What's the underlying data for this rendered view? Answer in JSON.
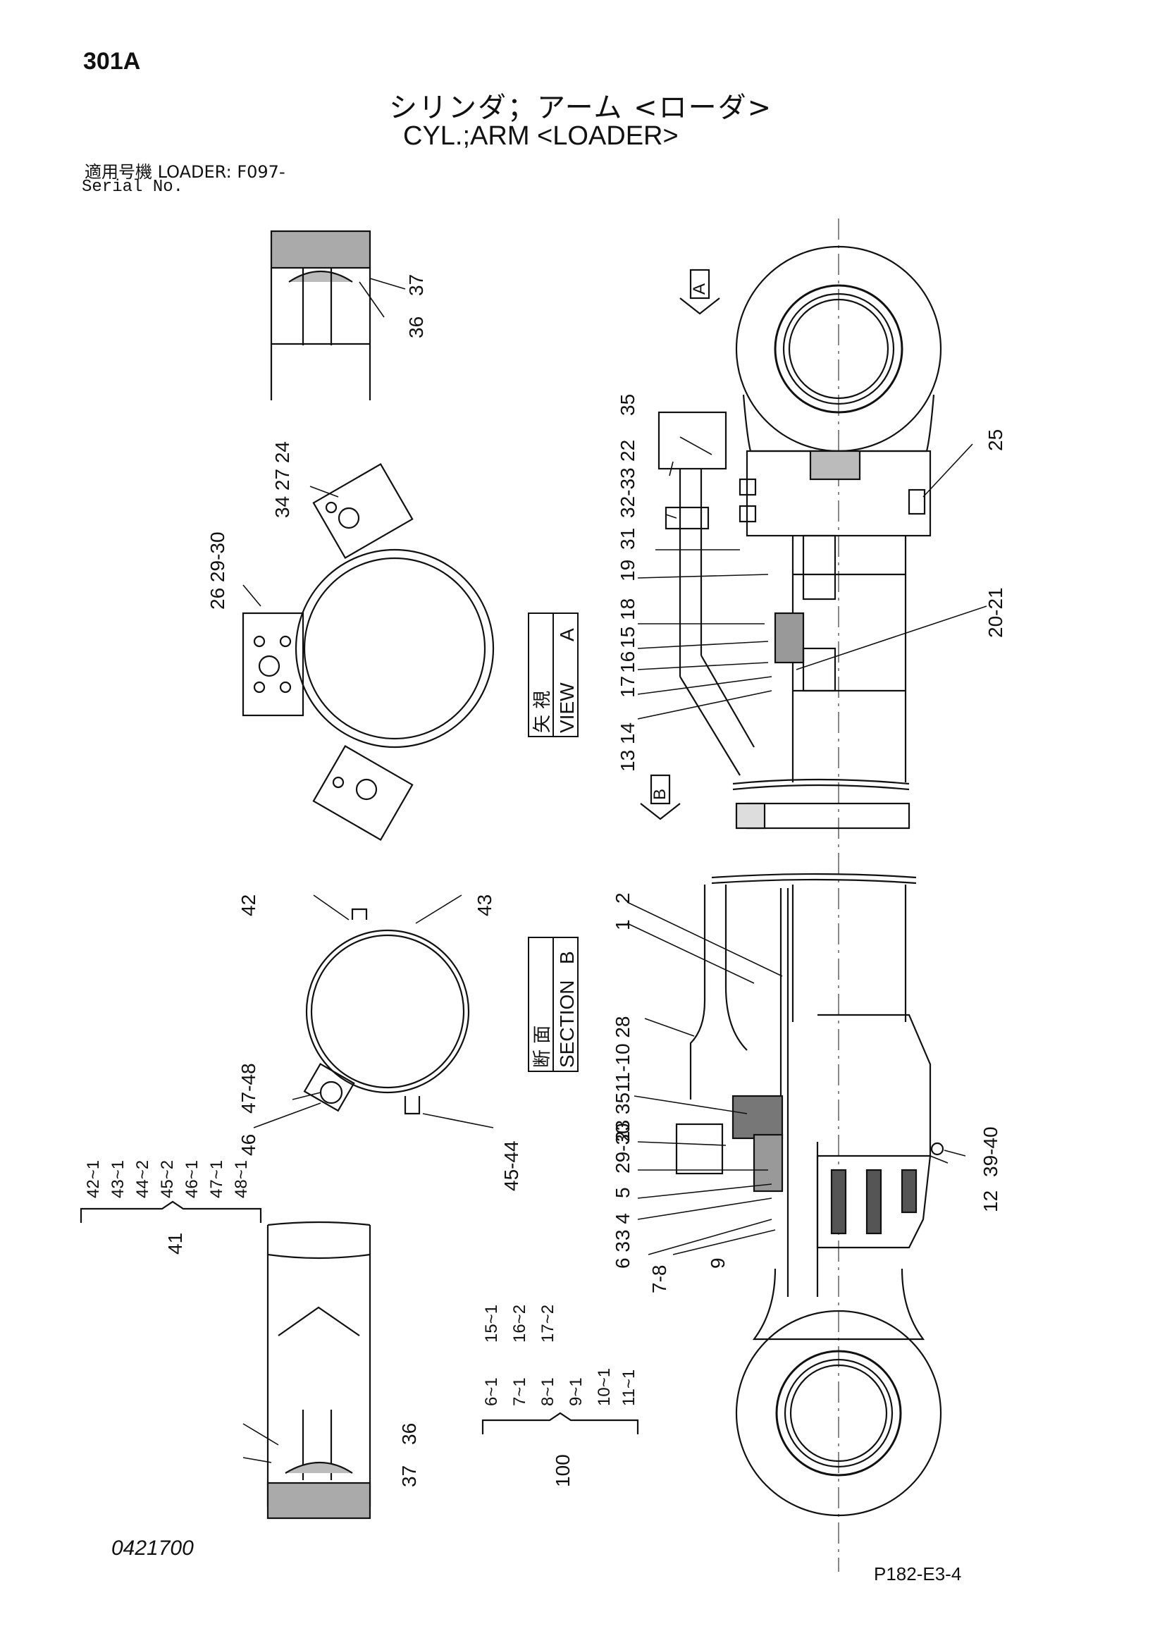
{
  "header": {
    "code": "301A",
    "title_jp": "シリンダ；アーム <ローダ>",
    "title_en": "CYL.;ARM <LOADER>",
    "serial_jp": "適用号機 LOADER: F097-",
    "serial_en": "Serial No."
  },
  "views": {
    "view_a_jp": "矢 視",
    "view_a": "VIEW",
    "view_a_letter": "A",
    "section_b_jp": "断 面",
    "section_b": "SECTION",
    "section_b_letter": "B",
    "arrow_a": "A",
    "arrow_b": "B"
  },
  "callouts": {
    "c37a": "37",
    "c36a": "36",
    "c34_27_24": "34 27 24",
    "c26_29_30": "26 29-30",
    "c42": "42",
    "c43": "43",
    "c47_48": "47-48",
    "c46": "46",
    "c45_44": "45-44",
    "c35": "35",
    "c22": "22",
    "c32_33": "32-33",
    "c31": "31",
    "c19": "19",
    "c18": "18",
    "c15": "15",
    "c16": "16",
    "c17": "17",
    "c13_14": "13 14",
    "c25": "25",
    "c20_21": "20-21",
    "c2": "2",
    "c1": "1",
    "c11_10_28": "11-10 28",
    "c23_35": "23 35",
    "c29_30": "29-30",
    "c5": "5",
    "c3_4": "3 4",
    "c6_3": "6 3",
    "c7_8": "7-8",
    "c9": "9",
    "c12": "12",
    "c39_40": "39-40",
    "c36b": "36",
    "c37b": "37"
  },
  "kit41": {
    "label": "41",
    "items": [
      "42~1",
      "43~1",
      "44~2",
      "45~2",
      "46~1",
      "47~1",
      "48~1"
    ]
  },
  "kit100": {
    "label": "100",
    "col1": [
      "6~1",
      "7~1",
      "8~1",
      "9~1",
      "10~1",
      "11~1"
    ],
    "col2": [
      "15~1",
      "16~2",
      "17~2"
    ]
  },
  "footer": {
    "doc_no": "0421700",
    "page_code": "P182-E3-4"
  }
}
